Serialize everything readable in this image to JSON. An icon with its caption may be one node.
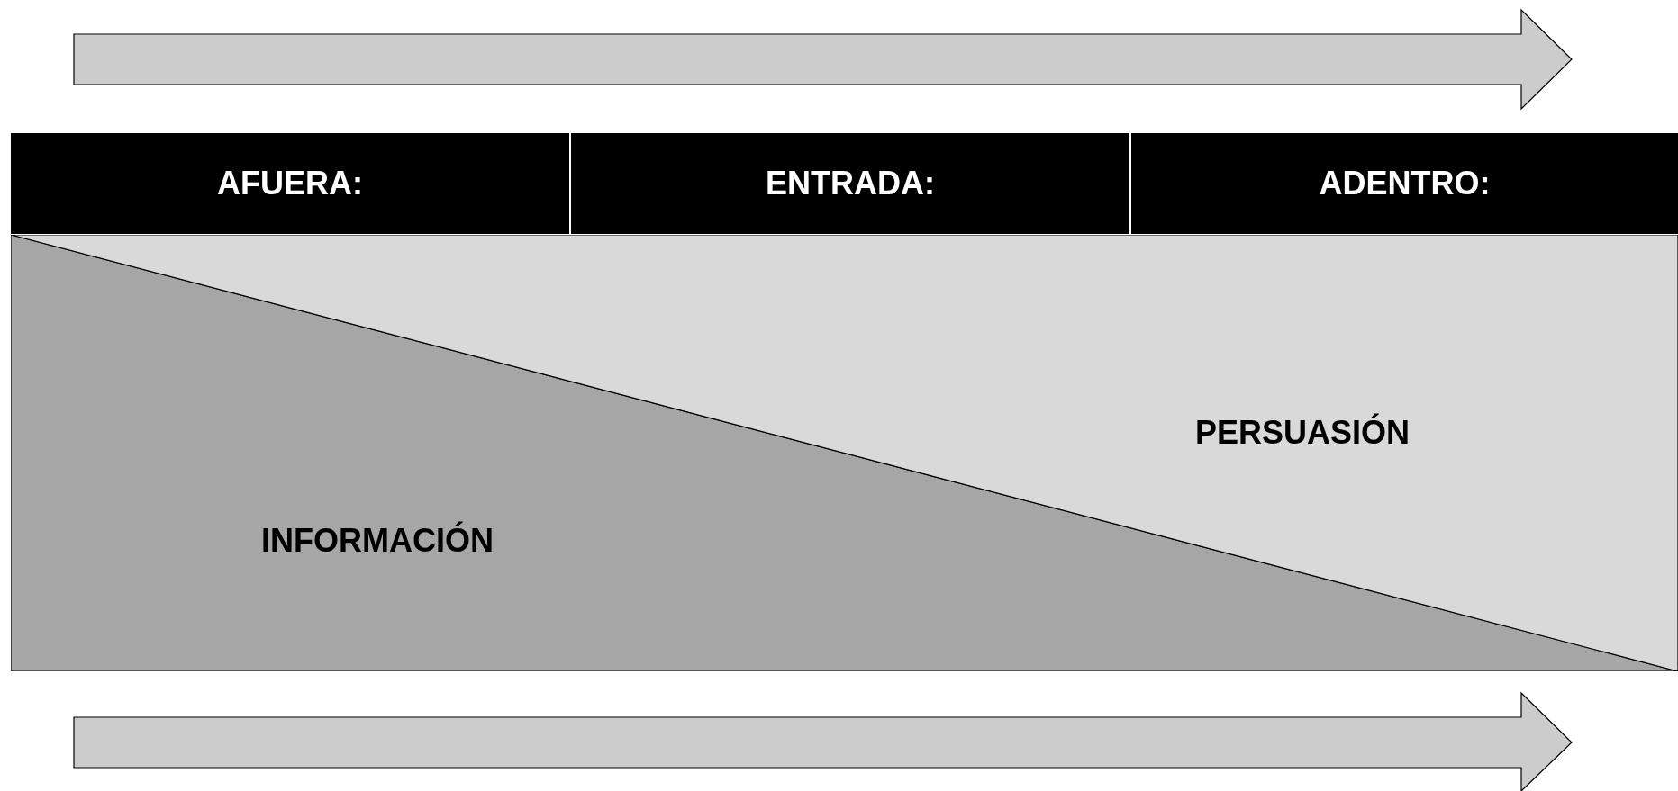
{
  "diagram": {
    "nodes": [
      {
        "text": [
          "AFUERA:"
        ]
      },
      {
        "text": [
          "ENTRADA:"
        ]
      },
      {
        "text": [
          "ADENTRO:"
        ]
      },
      {
        "text": [
          "INFORMACIÓN"
        ]
      },
      {
        "text": [
          "PERSUASIÓN"
        ]
      }
    ]
  }
}
